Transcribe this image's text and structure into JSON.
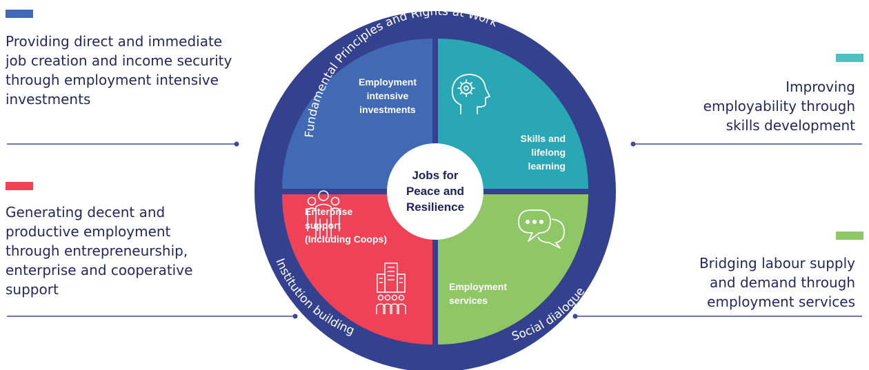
{
  "center_label": [
    "Jobs for",
    "Peace and",
    "Resilience"
  ],
  "ring_labels": {
    "top": "Fundamental Principles and Rights at Work",
    "bottom_left": "Institution building",
    "bottom_right": "Social dialogue"
  },
  "quadrants": [
    {
      "id": "employment-intensive",
      "color": "#4169b4",
      "label_lines": [
        "Employment",
        "intensive",
        "investments"
      ],
      "icon": "people-group-icon"
    },
    {
      "id": "skills",
      "color": "#29a7b5",
      "label_lines": [
        "Skills and",
        "lifelong",
        "learning"
      ],
      "icon": "head-gear-icon"
    },
    {
      "id": "enterprise",
      "color": "#ef4257",
      "label_lines": [
        "Enterprise",
        "support",
        "(Including Coops)"
      ],
      "icon": "building-people-icon"
    },
    {
      "id": "employment-services",
      "color": "#8fc767",
      "label_lines": [
        "Employment",
        "services"
      ],
      "icon": "chat-bubbles-icon"
    }
  ],
  "ring_color": "#34418f",
  "descriptions": {
    "top_left": {
      "color": "#4169b4",
      "lines": [
        "Providing direct and immediate",
        "job creation and income security",
        "through employment intensive",
        "investments"
      ]
    },
    "bottom_left": {
      "color": "#ef4257",
      "lines": [
        "Generating decent and",
        "productive employment",
        "through entrepreneurship,",
        "enterprise and cooperative",
        "support"
      ]
    },
    "top_right": {
      "color": "#4bc2bf",
      "lines": [
        "Improving",
        "employability through",
        "skills development"
      ]
    },
    "bottom_right": {
      "color": "#8fc767",
      "lines": [
        "Bridging labour supply",
        "and demand through",
        "employment services"
      ]
    }
  }
}
